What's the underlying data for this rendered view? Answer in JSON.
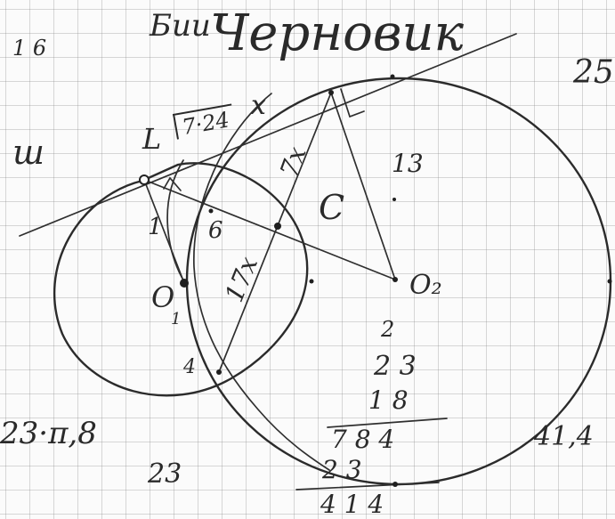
{
  "heading": "Черновик",
  "heading_prefix": "Бии",
  "corner_note": "1 6",
  "corner_number": "25",
  "labels": {
    "w": "ш",
    "L": "L",
    "sqrt_value": "7·24",
    "x_top": "x",
    "seven_x": "7x",
    "seventeen_x": "17x",
    "one": "1",
    "six": "6",
    "C": "C",
    "thirteen": "13",
    "O1": "O",
    "O1_sub": "1",
    "O2": "O₂",
    "four": "4",
    "two": "2"
  },
  "calculation": {
    "row1": "2 3",
    "row2": "1 8",
    "result": "7 8 4",
    "row3": "2 3",
    "result2": "4 1 4"
  },
  "side_notes": {
    "left": "23·π,8",
    "bottom_left": "23",
    "right": "41,4"
  }
}
